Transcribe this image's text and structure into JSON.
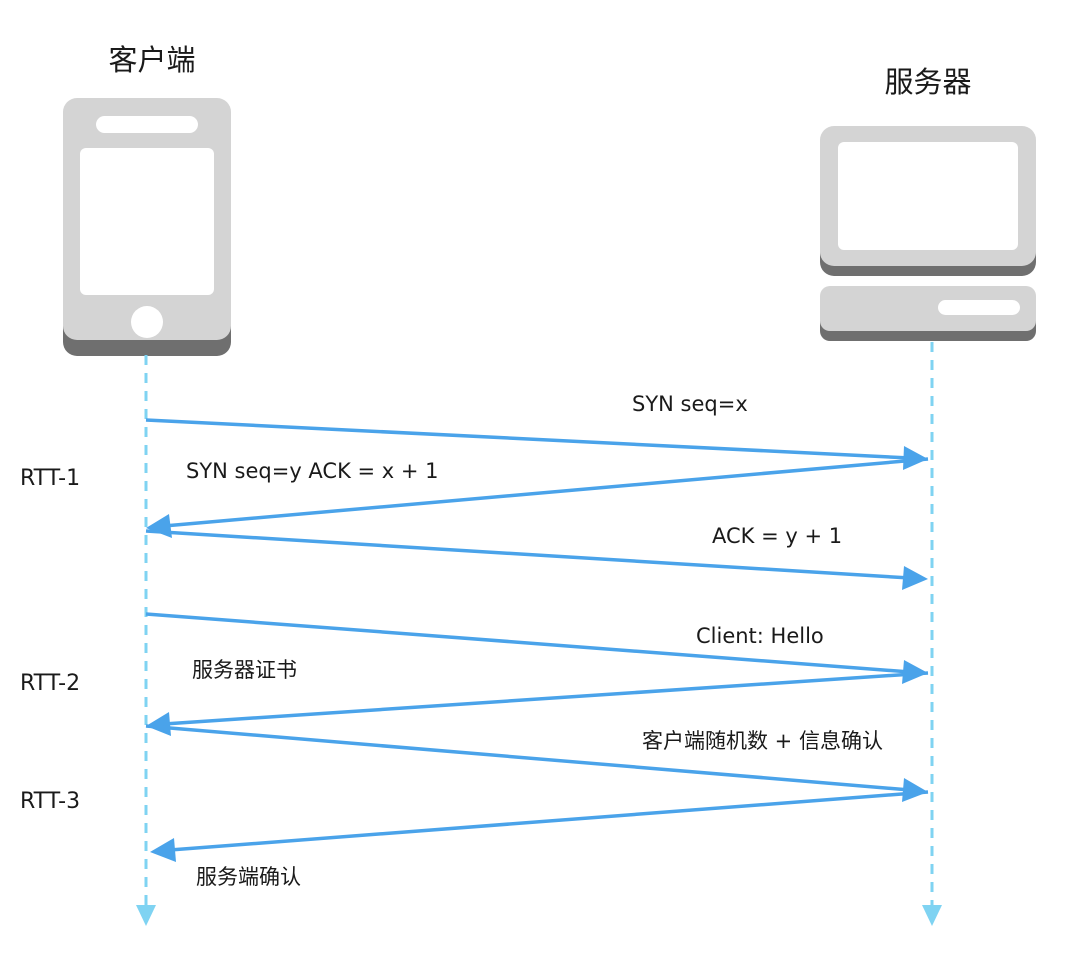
{
  "actors": {
    "client": {
      "label": "客户端",
      "icon": "mobile-phone-icon"
    },
    "server": {
      "label": "服务器",
      "icon": "desktop-computer-icon"
    }
  },
  "rtt_labels": [
    "RTT-1",
    "RTT-2",
    "RTT-3"
  ],
  "messages": [
    {
      "label": "SYN seq=x",
      "from": "client",
      "to": "server"
    },
    {
      "label": "SYN seq=y ACK = x + 1",
      "from": "server",
      "to": "client"
    },
    {
      "label": "ACK = y + 1",
      "from": "client",
      "to": "server"
    },
    {
      "label": "Client: Hello",
      "from": "client",
      "to": "server"
    },
    {
      "label": "服务器证书",
      "from": "server",
      "to": "client"
    },
    {
      "label": "客户端随机数 + 信息确认",
      "from": "client",
      "to": "server"
    },
    {
      "label": "服务端确认",
      "from": "server",
      "to": "client"
    }
  ],
  "colors": {
    "arrow": "#4aa3ea",
    "lifeline": "#7fd3f2",
    "device_body": "#d4d4d4",
    "device_shadow": "#6f6f6f",
    "device_screen": "#ffffff"
  }
}
